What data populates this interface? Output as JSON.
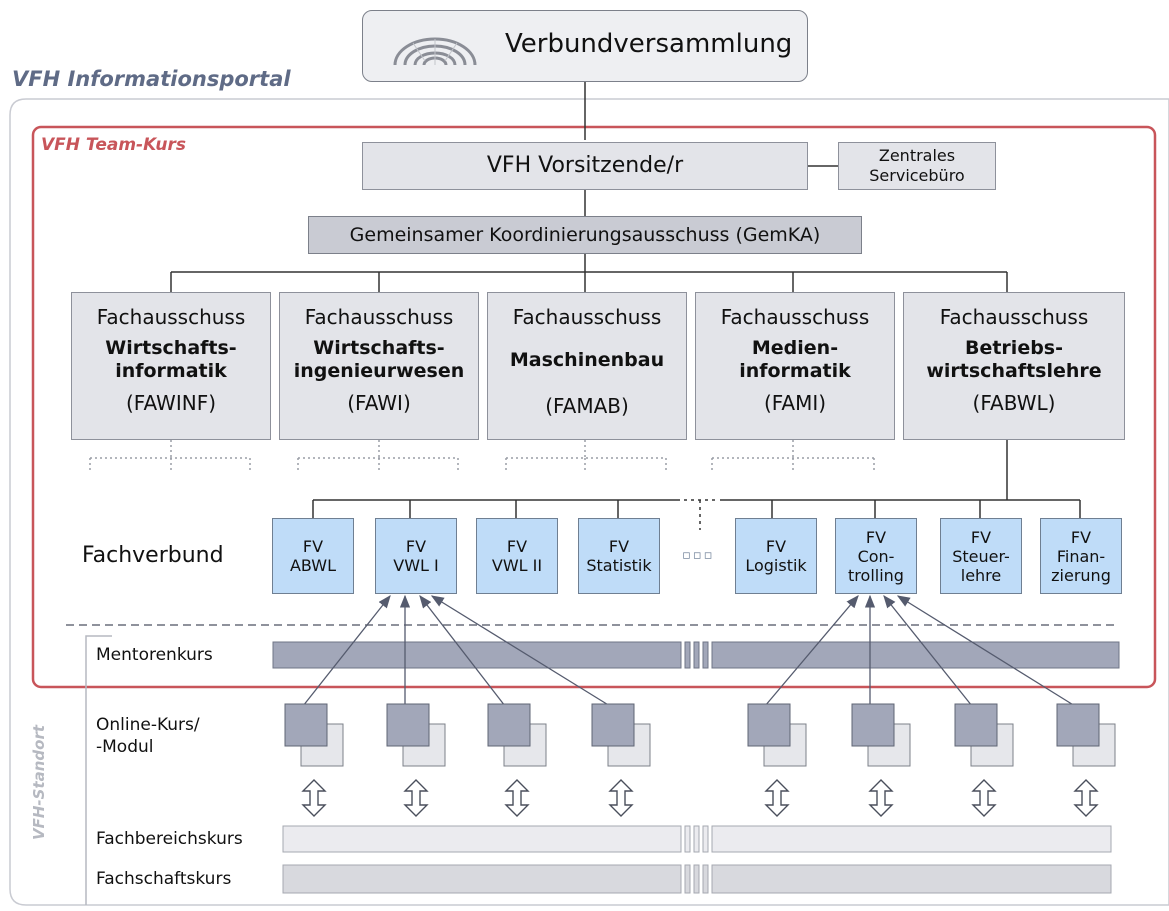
{
  "portal_title": "VFH Informationsportal",
  "team_title": "VFH Team-Kurs",
  "assembly": "Verbundversammlung",
  "chair": "VFH Vorsitzende/r",
  "service_office": "Zentrales\nServicebüro",
  "committee": "Gemeinsamer Koordinierungsausschuss (GemKA)",
  "fachausschuesse": [
    {
      "label": "Fachausschuss",
      "subject": "Wirtschafts-\ninformatik",
      "abbr": "(FAWINF)"
    },
    {
      "label": "Fachausschuss",
      "subject": "Wirtschafts-\ningenieurwesen",
      "abbr": "(FAWI)"
    },
    {
      "label": "Fachausschuss",
      "subject": "Maschinenbau",
      "abbr": "(FAMAB)"
    },
    {
      "label": "Fachausschuss",
      "subject": "Medien-\ninformatik",
      "abbr": "(FAMI)"
    },
    {
      "label": "Fachausschuss",
      "subject": "Betriebs-\nwirtschaftslehre",
      "abbr": "(FABWL)"
    }
  ],
  "fachverbund_label": "Fachverbund",
  "fachverbuende": [
    "FV\nABWL",
    "FV\nVWL I",
    "FV\nVWL II",
    "FV\nStatistik",
    "FV\nLogistik",
    "FV\nCon-\ntrolling",
    "FV\nSteuer-\nlehre",
    "FV\nFinan-\nzierung"
  ],
  "ellipsis": "▫▫▫",
  "mentor_label": "Mentorenkurs",
  "online_label": "Online-Kurs/\n-Modul",
  "standort_label": "VFH-Standort",
  "fachbereich_label": "Fachbereichskurs",
  "fachschaft_label": "Fachschaftskurs",
  "colors": {
    "accent_red": "#c8555a",
    "title_blue": "#5f6b86",
    "fv_fill": "#bfdcf8",
    "gray_fill": "#e3e4e9",
    "mentor_bar": "#a2a7b9"
  }
}
